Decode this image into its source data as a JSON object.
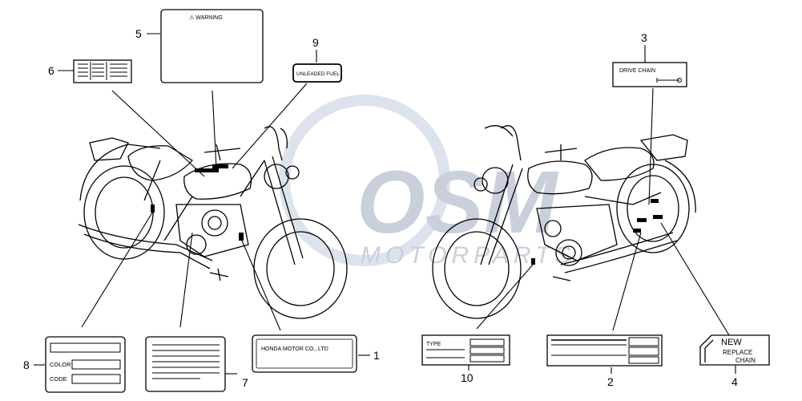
{
  "watermark": {
    "brand": "OSM",
    "subtitle": "MOTORPARTS"
  },
  "callouts": [
    {
      "id": "1",
      "label": "1"
    },
    {
      "id": "2",
      "label": "2"
    },
    {
      "id": "3",
      "label": "3"
    },
    {
      "id": "4",
      "label": "4"
    },
    {
      "id": "5",
      "label": "5"
    },
    {
      "id": "6",
      "label": "6"
    },
    {
      "id": "7",
      "label": "7"
    },
    {
      "id": "8",
      "label": "8"
    },
    {
      "id": "9",
      "label": "9"
    },
    {
      "id": "10",
      "label": "10"
    }
  ],
  "labels": {
    "warning": {
      "title": "⚠ WARNING"
    },
    "unleaded_fuel": {
      "text": "UNLEADED FUEL"
    },
    "drive_chain": {
      "text": "DRIVE CHAIN"
    },
    "color_code": {
      "color": "COLOR",
      "code": "CODE"
    },
    "manufacturer": {
      "text": "HONDA MOTOR CO., LTD"
    },
    "type": {
      "text": "TYPE"
    },
    "new_chain": {
      "line1": "NEW",
      "line2": "REPLACE",
      "line3": "CHAIN"
    }
  },
  "colors": {
    "ink": "#000000",
    "watermark": "#c9d0db"
  }
}
